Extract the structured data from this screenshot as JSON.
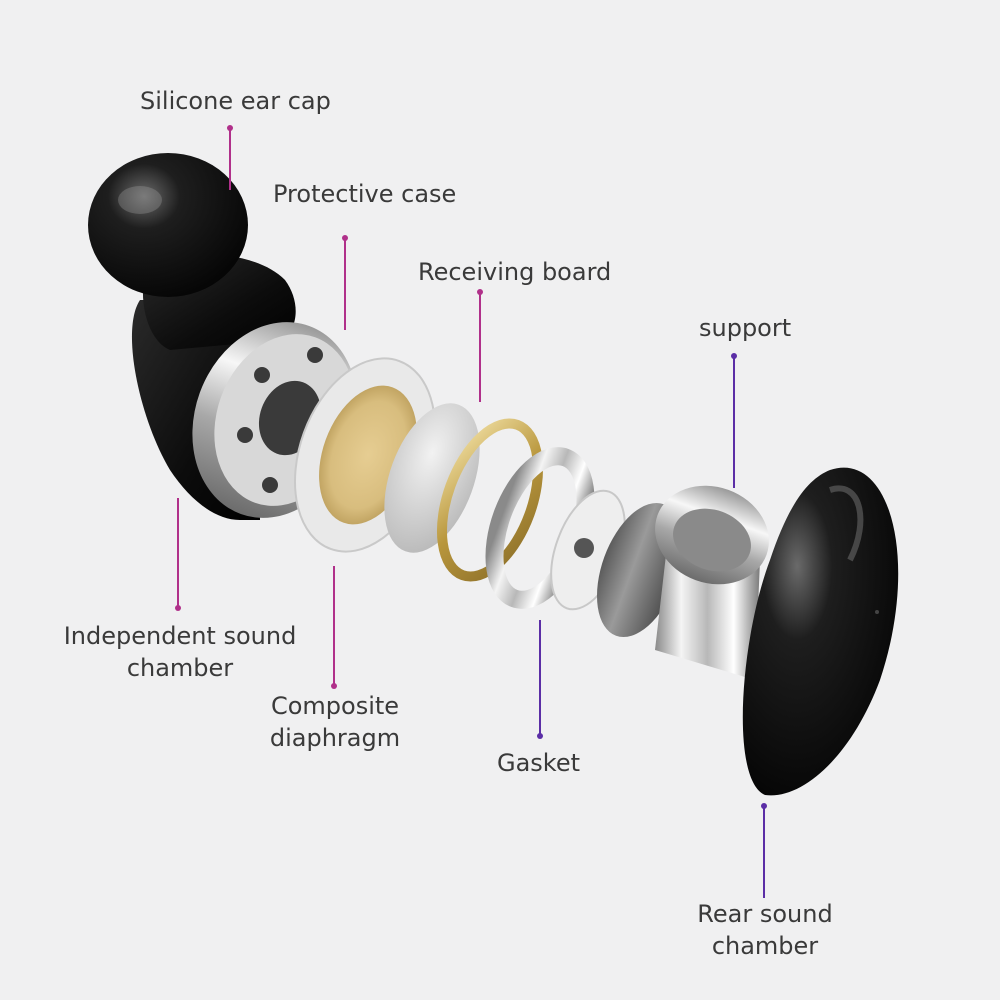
{
  "labels": {
    "silicone_ear_cap": "Silicone ear cap",
    "protective_case": "Protective case",
    "receiving_board": "Receiving board",
    "support": "support",
    "independent_sound_chamber": [
      "Independent sound",
      "chamber"
    ],
    "composite_diaphragm": [
      "Composite",
      "diaphragm"
    ],
    "gasket": "Gasket",
    "rear_sound_chamber": [
      "Rear sound",
      "chamber"
    ]
  },
  "colors": {
    "background": "#f0f0f1",
    "leader_magenta": "#b0308a",
    "leader_purple": "#5b2ea6",
    "text": "#3a3a3a"
  }
}
